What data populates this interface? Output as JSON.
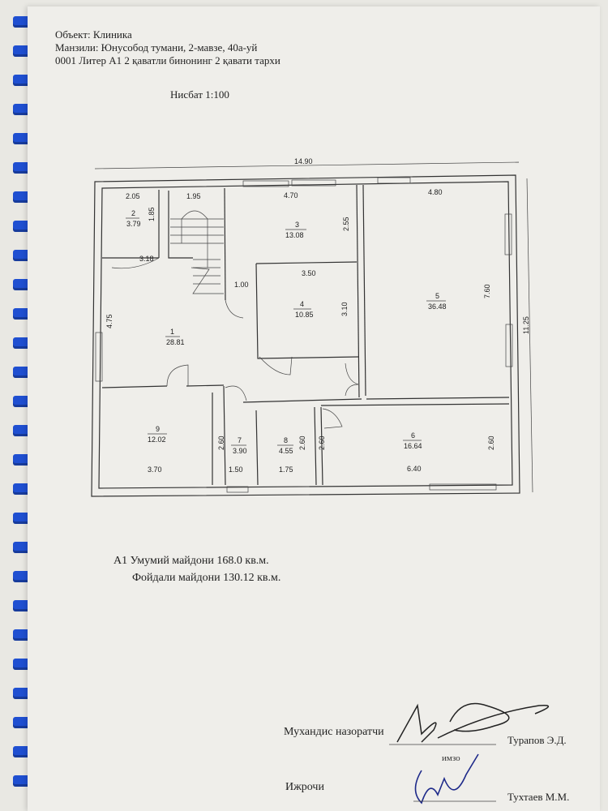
{
  "header": {
    "object_line": "Объект: Клиника",
    "address_line": "Манзили: Юнусобод тумани, 2-мавзе, 40а-уй",
    "title_line": "0001 Литер А1 2 қаватли бинонинг 2 қавати тархи"
  },
  "scale": "Нисбат 1:100",
  "plan": {
    "overall_width": "14.90",
    "overall_height": "11.25",
    "dimensions": [
      "2.05",
      "1.85",
      "1.95",
      "4.70",
      "2.55",
      "4.80",
      "3.18",
      "4.75",
      "1.00",
      "3.50",
      "3.10",
      "7.60",
      "2.60",
      "2.60",
      "2.60",
      "2.60",
      "3.70",
      "1.50",
      "1.75",
      "6.40"
    ],
    "rooms": [
      {
        "number": "1",
        "area": "28.81"
      },
      {
        "number": "2",
        "area": "3.79"
      },
      {
        "number": "3",
        "area": "13.08"
      },
      {
        "number": "4",
        "area": "10.85"
      },
      {
        "number": "5",
        "area": "36.48"
      },
      {
        "number": "6",
        "area": "16.64"
      },
      {
        "number": "7",
        "area": "3.90"
      },
      {
        "number": "8",
        "area": "4.55"
      },
      {
        "number": "9",
        "area": "12.02"
      }
    ]
  },
  "areas": {
    "total": "А1 Умумий майдони 168.0 кв.м.",
    "useful": "Фойдали майдони 130.12 кв.м."
  },
  "signatures": {
    "engineer_label": "Мухандис назоратчи",
    "engineer_name": "Турапов Э.Д.",
    "signature_caption": "имзо",
    "executor_label": "Ижрочи",
    "executor_name": "Тухтаев М.М."
  }
}
